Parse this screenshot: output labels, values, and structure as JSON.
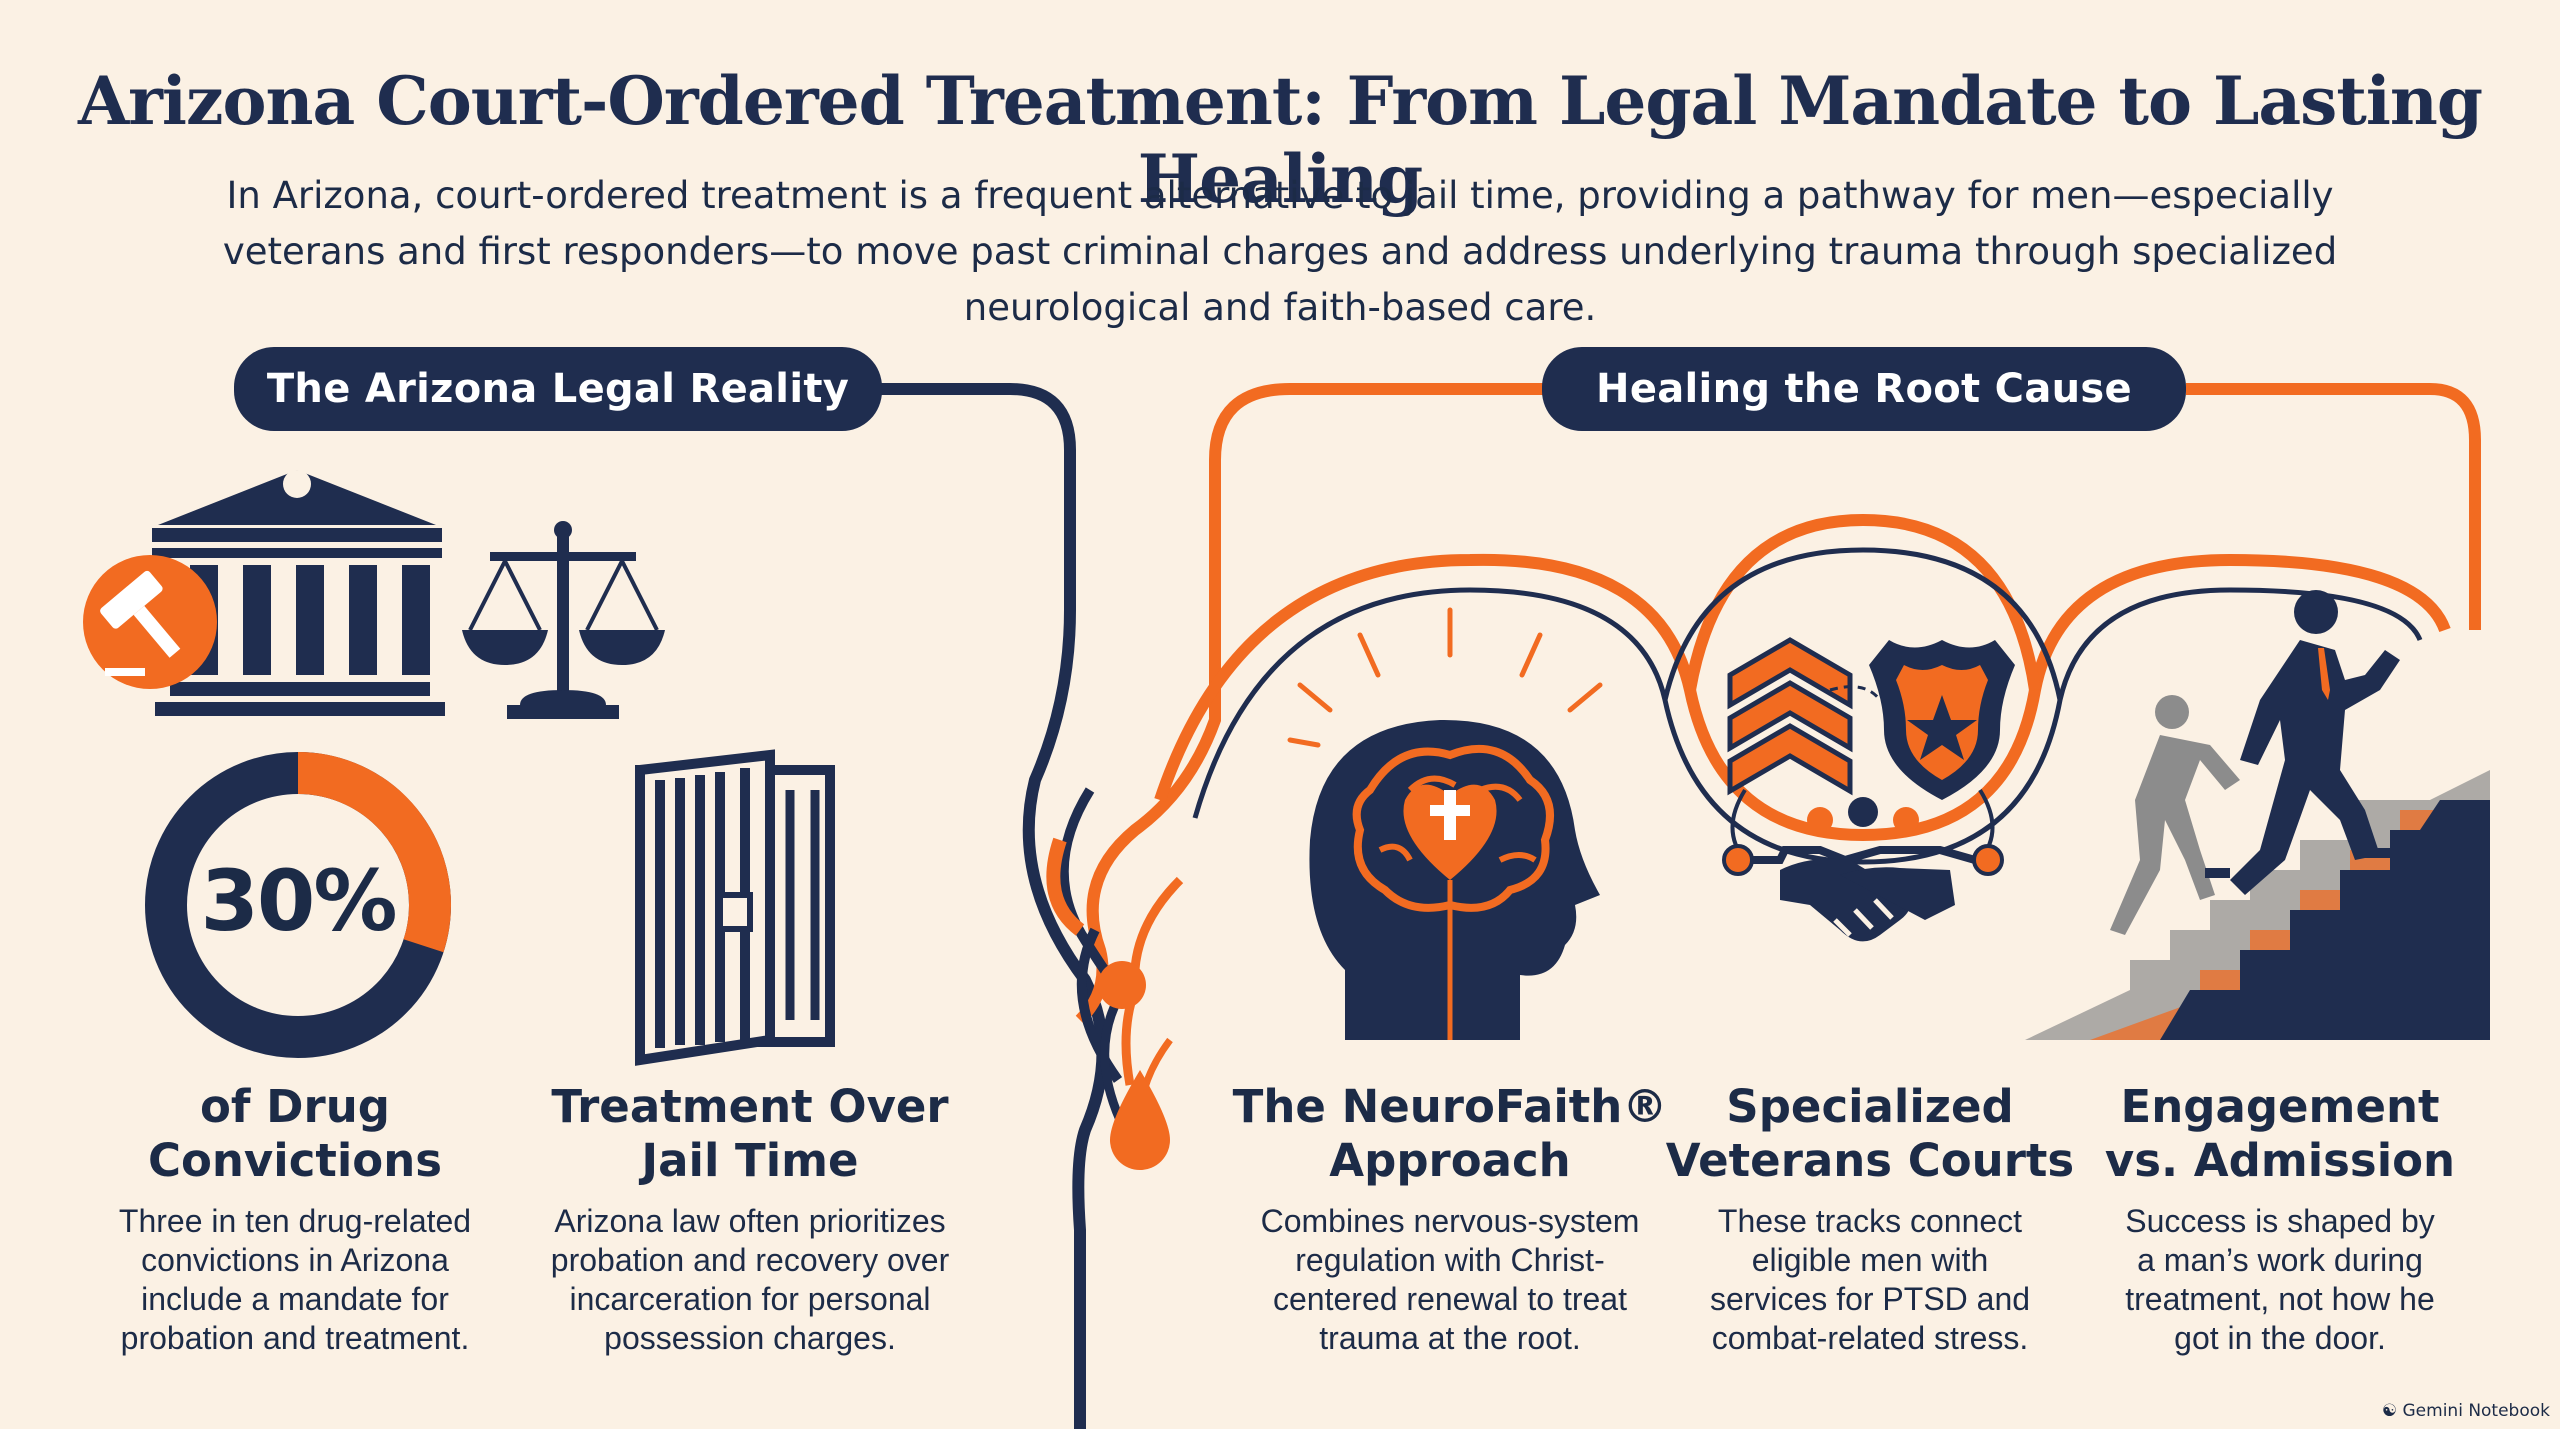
{
  "title": "Arizona Court-Ordered Treatment: From Legal Mandate to Lasting Healing",
  "subtitle": "In Arizona, court-ordered treatment is a frequent alternative to jail time, providing a pathway for men—especially veterans and first responders—to move past criminal charges and address underlying trauma through specialized neurological and faith-based care.",
  "colors": {
    "navy": "#1f2d4f",
    "orange": "#f26b21",
    "background": "#fbf1e4",
    "gray": "#8c8c8c"
  },
  "left_section": {
    "label": "The Arizona Legal Reality",
    "icons": [
      "courthouse-icon",
      "gavel-icon",
      "scales-icon",
      "jail-door-icon"
    ],
    "stat": {
      "value": "30%",
      "fraction": 0.3
    },
    "items": [
      {
        "heading_line1": "of Drug",
        "heading_line2": "Convictions",
        "desc": [
          "Three in ten drug-related",
          "convictions in Arizona",
          "include a mandate for",
          "probation and treatment."
        ]
      },
      {
        "heading_line1": "Treatment Over",
        "heading_line2": "Jail Time",
        "desc": [
          "Arizona law often prioritizes",
          "probation and recovery over",
          "incarceration for personal",
          "possession charges."
        ]
      }
    ]
  },
  "right_section": {
    "label": "Healing the Root Cause",
    "icons": [
      "brain-heart-cross-icon",
      "chevron-rank-icon",
      "police-badge-icon",
      "handshake-icon",
      "climbing-man-icon"
    ],
    "items": [
      {
        "heading_line1": "The NeuroFaith®",
        "heading_line2": "Approach",
        "desc": [
          "Combines nervous-system",
          "regulation with Christ-",
          "centered renewal to treat",
          "trauma at the root."
        ]
      },
      {
        "heading_line1": "Specialized",
        "heading_line2": "Veterans Courts",
        "desc": [
          "These tracks connect",
          "eligible men with",
          "services for PTSD and",
          "combat-related stress."
        ]
      },
      {
        "heading_line1": "Engagement",
        "heading_line2": "vs. Admission",
        "desc": [
          "Success is shaped by",
          "a man’s work during",
          "treatment, not how he",
          "got in the door."
        ]
      }
    ]
  },
  "footer": "Gemini Notebook"
}
